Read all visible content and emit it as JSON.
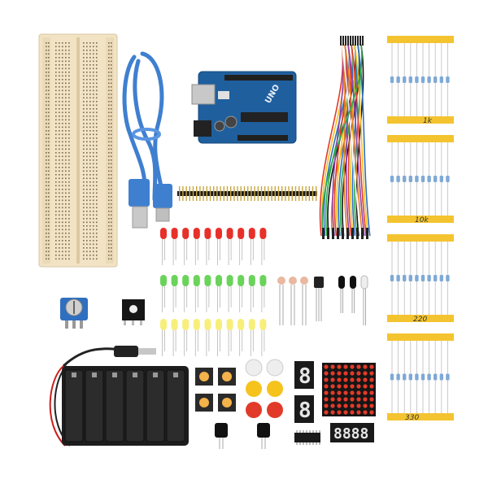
{
  "image": {
    "tape_labels": {
      "strip_1k": "1k",
      "strip_10k": "10k",
      "strip_220": "220",
      "strip_330": "330"
    },
    "board_logo": "UNO",
    "colors": {
      "board_blue": "#1f5f9e",
      "breadboard_cream": "#f1e3c4",
      "usb_cable_blue": "#3f7fd0",
      "resistor_tape_yellow": "#f4c430",
      "led_red": "#e8302a",
      "led_green": "#6ad35a",
      "led_yellow": "#f7ef7a",
      "battery_holder_black": "#1d1d1d",
      "display_black": "#1a1a1a"
    }
  }
}
